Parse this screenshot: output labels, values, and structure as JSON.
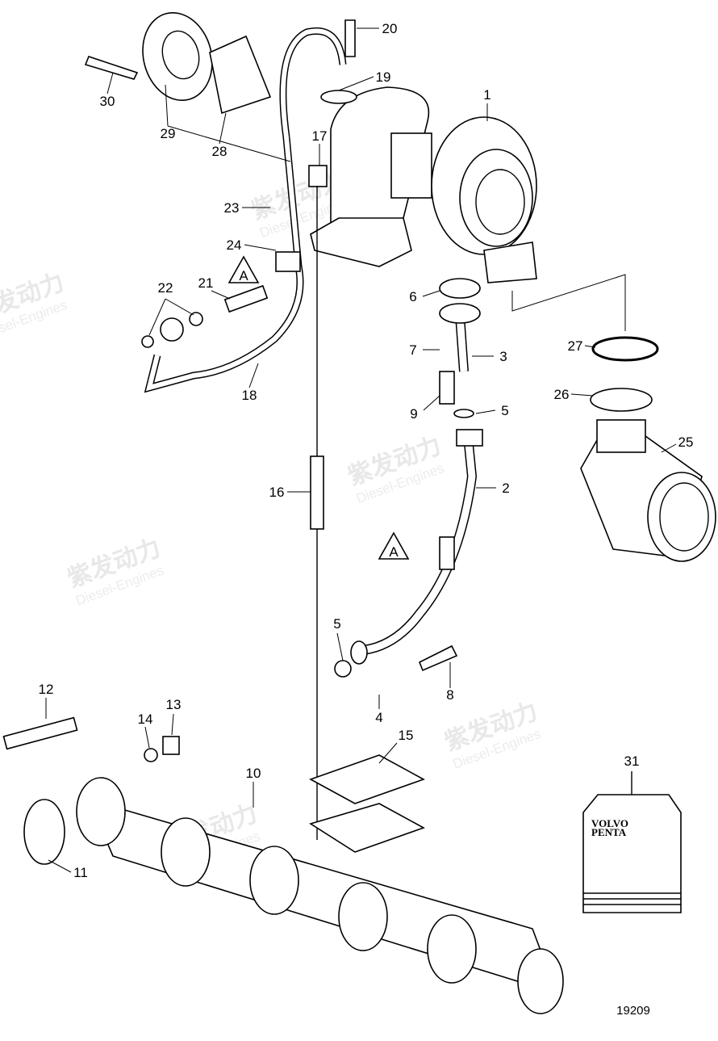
{
  "diagram": {
    "title_number": "19209",
    "watermark": {
      "cn": "紫发动力",
      "en": "Diesel-Engines"
    },
    "reference_marker": "A",
    "callouts": [
      "1",
      "2",
      "3",
      "4",
      "5",
      "5",
      "6",
      "7",
      "8",
      "9",
      "10",
      "11",
      "12",
      "13",
      "14",
      "15",
      "16",
      "17",
      "18",
      "19",
      "20",
      "21",
      "22",
      "23",
      "24",
      "25",
      "26",
      "27",
      "28",
      "29",
      "30",
      "31"
    ],
    "kit_brand": {
      "line1": "VOLVO",
      "line2": "PENTA"
    }
  }
}
